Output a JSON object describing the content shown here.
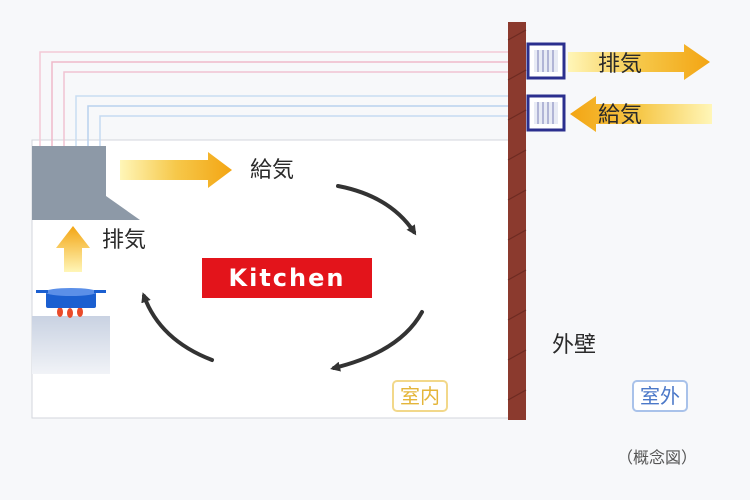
{
  "labels": {
    "top_exhaust": "排気",
    "top_supply": "給気",
    "room_supply": "給気",
    "room_exhaust": "排気",
    "kitchen": "Kitchen",
    "outer_wall": "外壁",
    "indoor": "室内",
    "outdoor": "室外",
    "caption": "（概念図）"
  },
  "colors": {
    "wall": "#8b3a2e",
    "kitchen_bg": "#e3141b",
    "indoor_tag": "#e4b53a",
    "outdoor_tag": "#4b78c8",
    "vent_border": "#2b2f8e",
    "arrow_gold": "#f3b21a",
    "hood": "#8d99a7",
    "pot": "#1b5fd0"
  }
}
